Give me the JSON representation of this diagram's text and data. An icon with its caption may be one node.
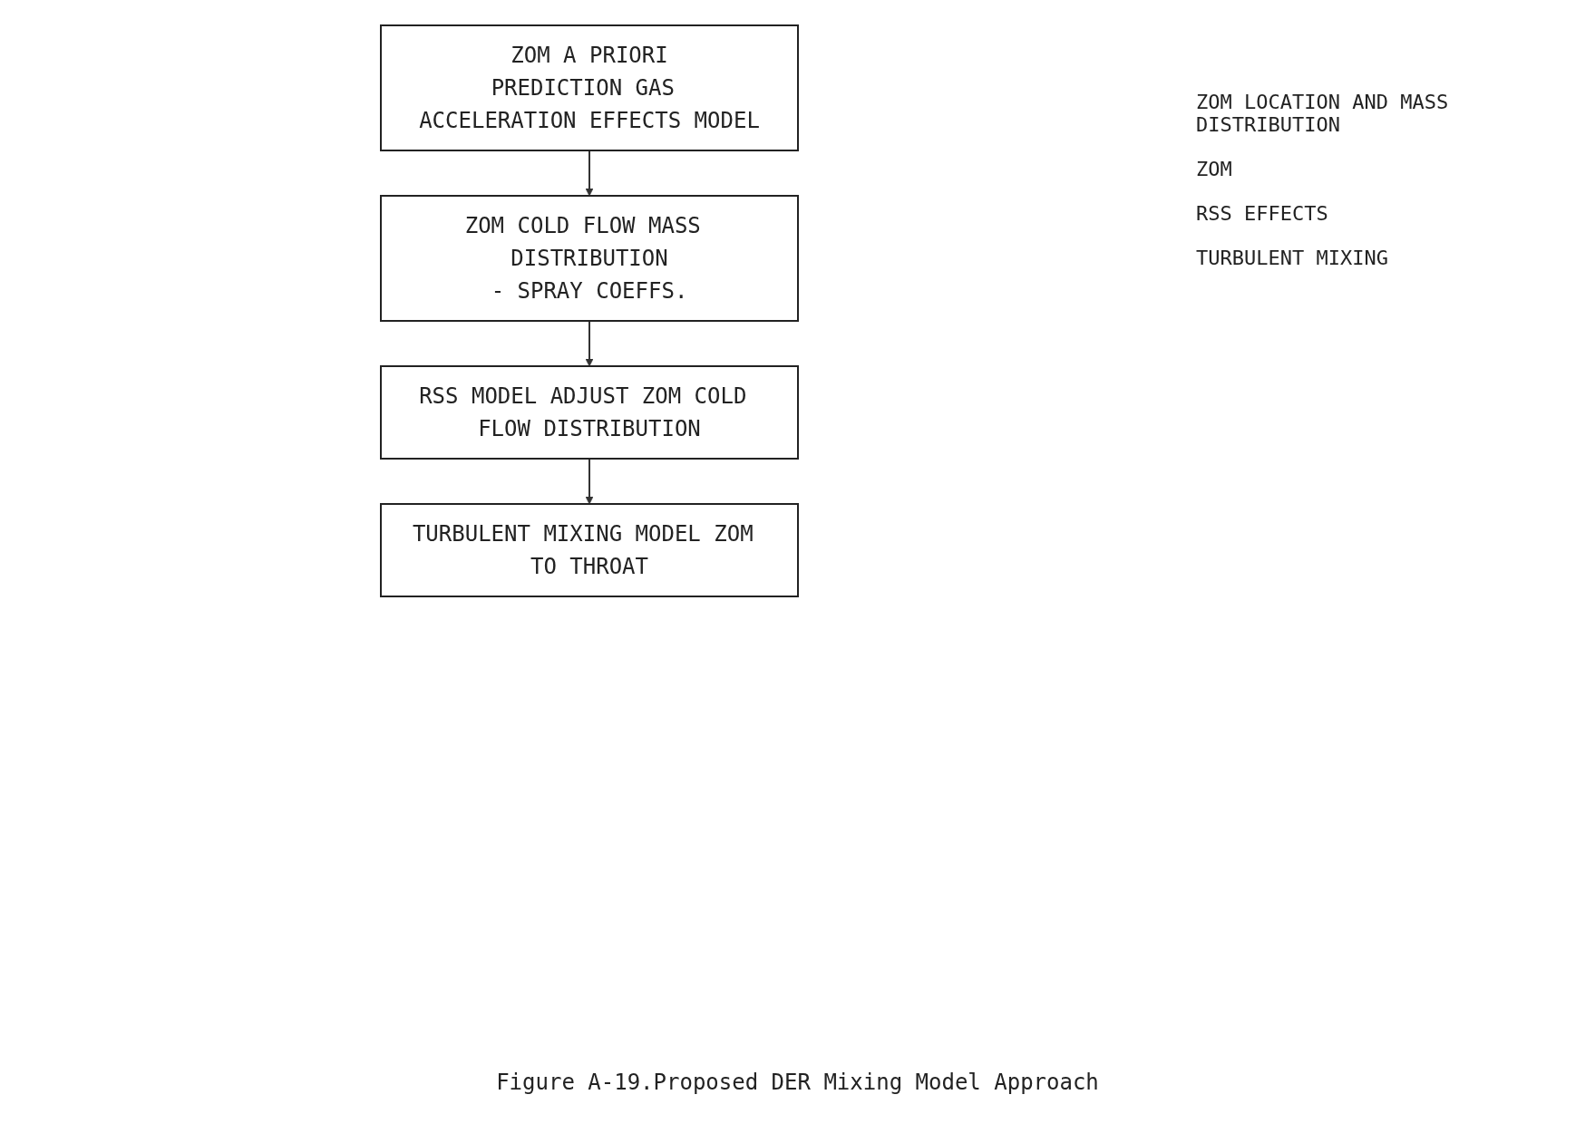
{
  "diagram": {
    "caption": "Figure A-19.Proposed DER Mixing Model Approach",
    "nodes": [
      {
        "text": [
          "ZOM A PRIORI",
          "PREDICTION GAS ACCELERATION EFFECTS MODEL"
        ]
      },
      {
        "text": [
          "ZOM COLD FLOW MASS DISTRIBUTION",
          "- SPRAY COEFFS."
        ]
      },
      {
        "text": [
          "RSS MODEL ADJUST ZOM COLD FLOW DISTRIBUTION"
        ]
      },
      {
        "text": [
          "TURBULENT MIXING MODEL ZOM TO THROAT"
        ]
      }
    ],
    "edges": [
      {
        "from": 0,
        "to": 1,
        "arrow": "to"
      },
      {
        "from": 1,
        "to": 2,
        "arrow": "to"
      },
      {
        "from": 2,
        "to": 3,
        "arrow": "to"
      }
    ],
    "labels": [
      "ZOM LOCATION AND MASS DISTRIBUTION",
      "ZOM",
      "RSS EFFECTS",
      "TURBULENT MIXING"
    ]
  }
}
